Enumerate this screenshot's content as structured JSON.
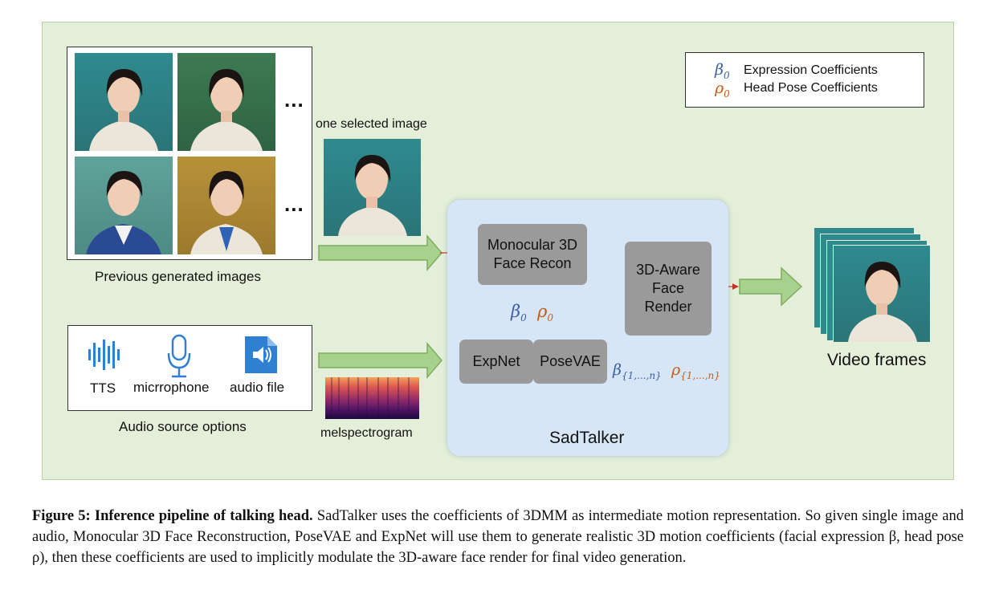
{
  "images_panel": {
    "caption": "Previous generated images",
    "ellipsis": "..."
  },
  "selected": {
    "label": "one selected image"
  },
  "audio_panel": {
    "caption": "Audio source options",
    "options": [
      {
        "label": "TTS",
        "icon": "sound-wave-icon"
      },
      {
        "label": "micrrophone",
        "icon": "microphone-icon"
      },
      {
        "label": "audio file",
        "icon": "audio-file-icon"
      }
    ]
  },
  "melspectrogram": {
    "label": "melspectrogram"
  },
  "sadtalker": {
    "title": "SadTalker",
    "recon_line1": "Monocular 3D",
    "recon_line2": "Face Recon",
    "render_line1": "3D-Aware",
    "render_line2": "Face",
    "render_line3": "Render",
    "expnet": "ExpNet",
    "posevae": "PoseVAE",
    "beta0": "β",
    "rho0": "ρ",
    "sub0": "0",
    "beta_n": "β",
    "rho_n": "ρ",
    "sub_n": "{1,...,n}"
  },
  "legend": {
    "beta_symbol": "β",
    "rho_symbol": "ρ",
    "subscript": "0",
    "beta_text": "Expression Coefficients",
    "rho_text": "Head Pose Coefficients"
  },
  "output": {
    "label": "Video frames"
  },
  "colors": {
    "background": "#e3efd9",
    "sadtalker_panel": "#d7e6f7",
    "node": "#9a9a9a",
    "arrow_green": "#a9d18e",
    "arrow_red": "#c0392b",
    "beta_blue": "#3a5fa8",
    "rho_orange": "#c55a11",
    "icon_blue": "#2f7fd2"
  },
  "caption": {
    "label": "Figure 5:",
    "title": "Inference pipeline of talking head.",
    "text": "SadTalker uses the coefficients of 3DMM as intermediate motion representation. So given single image and audio, Monocular 3D Face Reconstruction, PoseVAE and ExpNet will use them to generate realistic 3D motion coefficients (facial expression β, head pose ρ), then these coefficients are used to implicitly modulate the 3D-aware face render for final video generation."
  }
}
